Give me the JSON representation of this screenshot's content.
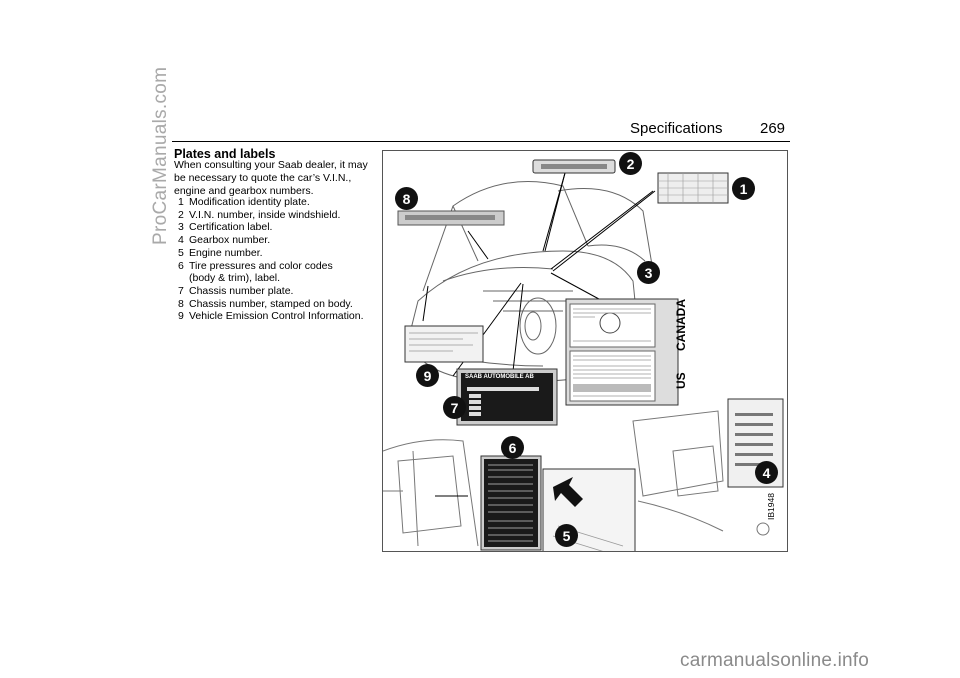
{
  "header": {
    "title": "Specifications",
    "page_number": "269"
  },
  "side_watermark": "ProCarManuals.com",
  "section": {
    "heading": "Plates and labels",
    "intro": "When consulting your Saab dealer, it may be necessary to quote the car’s V.I.N., engine and gearbox numbers.",
    "items": [
      {
        "num": "1",
        "text": "Modification identity plate."
      },
      {
        "num": "2",
        "text": "V.I.N. number, inside windshield."
      },
      {
        "num": "3",
        "text": "Certification label."
      },
      {
        "num": "4",
        "text": "Gearbox number."
      },
      {
        "num": "5",
        "text": "Engine number."
      },
      {
        "num": "6",
        "text": "Tire pressures and color codes\n(body & trim), label."
      },
      {
        "num": "7",
        "text": "Chassis number plate."
      },
      {
        "num": "8",
        "text": "Chassis number, stamped on body."
      },
      {
        "num": "9",
        "text": "Vehicle Emission Control Information."
      }
    ]
  },
  "figure": {
    "callouts": [
      "1",
      "2",
      "3",
      "4",
      "5",
      "6",
      "7",
      "8",
      "9"
    ],
    "label_canada": "CANADA",
    "label_us": "US",
    "chassis_plate_title": "SAAB AUTOMOBILE AB",
    "figure_code": "IB1948"
  },
  "footer_watermark": "carmanualsonline.info"
}
